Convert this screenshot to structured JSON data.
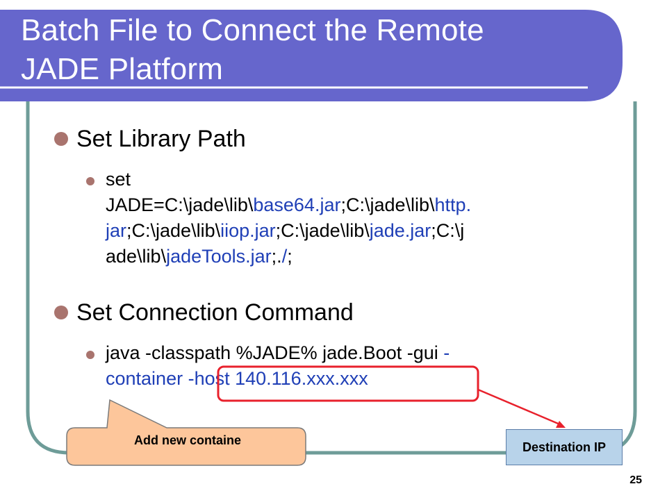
{
  "slide": {
    "title_line1": "Batch File to Connect the Remote",
    "title_line2": "JADE Platform",
    "page_number": "25"
  },
  "bullets": {
    "library": {
      "label": "Set Library Path",
      "command": {
        "line1": "set",
        "line2_prefix": "JADE=C:\\jade\\lib\\",
        "line2_blue1": "base64.jar",
        "line2_mid": ";C:\\jade\\lib\\",
        "line2_blue2": "http.",
        "line3_blue1": "jar",
        "line3_mid1": ";C:\\jade\\lib\\",
        "line3_blue2": "iiop.jar",
        "line3_mid2": ";C:\\jade\\lib\\",
        "line3_blue3": "jade.jar",
        "line3_end": ";C:\\j",
        "line4_prefix": "ade\\lib\\",
        "line4_blue1": "jadeTools.jar",
        "line4_mid": ";.",
        "line4_blue2": "/",
        "line4_end": ";"
      }
    },
    "connection": {
      "label": "Set Connection Command",
      "command": {
        "line1_prefix": "java -classpath %JADE% jade.Boot -gui ",
        "line1_blue": "-",
        "line2_blue": "container -host 140.116.xxx.xxx"
      }
    }
  },
  "annotations": {
    "callout_text": "Add new containe",
    "destination_label": "Destination IP"
  },
  "colors": {
    "title_bar": "#6666cc",
    "frame_border": "#6e9c98",
    "bullet_dot": "#a9746e",
    "command_blue": "#1f3fb6",
    "highlight_red": "#e8212c",
    "callout_fill": "#fdc69b",
    "destination_fill": "#b8d3ea"
  }
}
